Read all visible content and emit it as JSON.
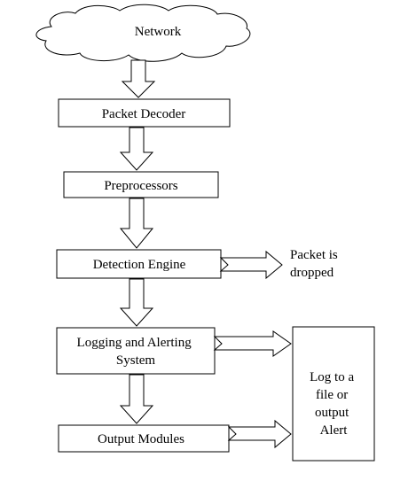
{
  "nodes": {
    "network": "Network",
    "packet_decoder": "Packet Decoder",
    "preprocessors": "Preprocessors",
    "detection_engine": "Detection Engine",
    "logging_alerting": [
      "Logging and Alerting",
      "System"
    ],
    "output_modules": "Output Modules",
    "log_output": [
      "Log to a",
      "file or",
      "output",
      "Alert"
    ],
    "packet_dropped": [
      "Packet is",
      "dropped"
    ]
  }
}
